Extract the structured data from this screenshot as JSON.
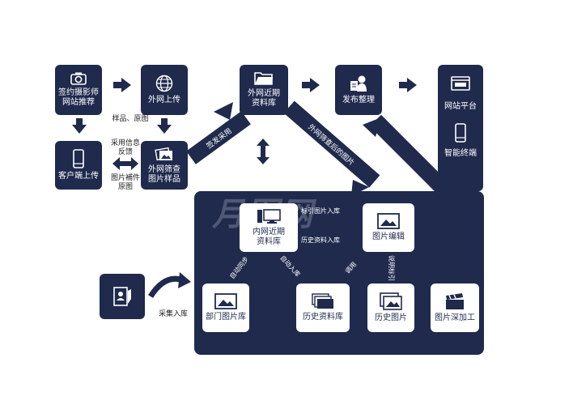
{
  "colors": {
    "navy": "#1f2a4d",
    "white": "#ffffff"
  },
  "nodes": {
    "sign_photographer": "签约摄影师\n网站推荐",
    "external_upload": "外网上传",
    "external_recent": "外网近期\n资料库",
    "publish": "发布整理",
    "web_platform": "网站平台",
    "smart_terminal": "智能终端",
    "client_upload": "客户端上传",
    "external_screen": "外网筛查\n图片样品",
    "intranet_recent": "内网近期\n资料库",
    "image_edit": "图片编辑",
    "dept_library": "部门图片库",
    "history_library": "历史资料库",
    "history_images": "历史图片",
    "deep_processing": "图片深加工"
  },
  "labels": {
    "samples_originals": "样品、原图",
    "adopt_feedback": "采用信息\n反馈",
    "supplement_originals": "图片補件\n原图",
    "sign_adopt": "签发采用",
    "external_screened": "外网筛查后的图片",
    "auto_storage": "自动入库",
    "auto_sync": "自动同步",
    "history_storage": "历史资料入库",
    "mark_storage": "标引图片入库",
    "call": "调用",
    "explain_index": "说明标引",
    "collect_storage": "采集入库",
    "watermark": "月图网"
  }
}
